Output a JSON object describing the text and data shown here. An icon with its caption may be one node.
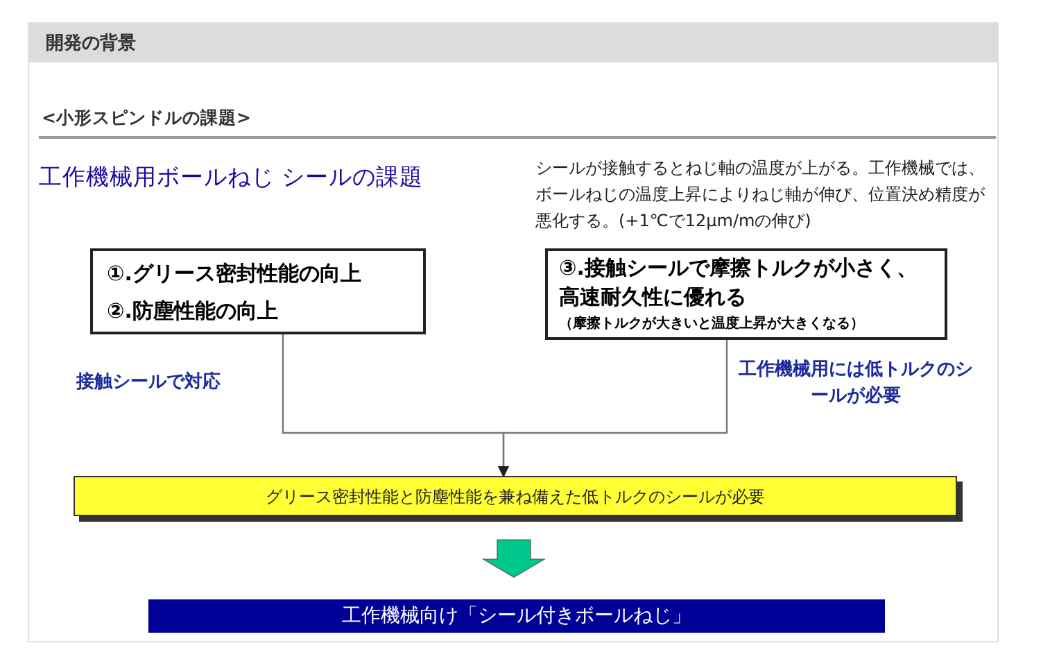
{
  "diagram": {
    "title": "開発の背景",
    "nodes": [
      {
        "text": [
          "①.グリース密封性能の向上",
          "②.防塵性能の向上"
        ]
      },
      {
        "text": [
          "③.接触シールで摩擦トルクが小さく、高速耐久性に優れる",
          "（摩擦トルクが大きいと温度上昇が大きくなる）"
        ]
      },
      {
        "text": [
          "グリース密封性能と防塵性能を兼ね備えた低トルクのシールが必要"
        ]
      },
      {
        "text": [
          "工作機械向け「シール付きボールねじ」"
        ]
      }
    ],
    "edges": [
      {
        "from": 0,
        "to": 2,
        "arrow": "to"
      },
      {
        "from": 1,
        "to": 2,
        "arrow": "to"
      },
      {
        "from": 2,
        "to": 3,
        "arrow": "to",
        "style": "thick",
        "color": "#00c88c"
      }
    ],
    "labels": [
      "<小形スピンドルの課題>",
      "工作機械用ボールねじ シールの課題",
      "シールが接触するとねじ軸の温度が上がる。工作機械では、ボールねじの温度上昇によりねじ軸が伸び、位置決め精度が悪化する。(+1℃で12μm/mの伸び)",
      "接触シールで対応",
      "工作機械用には低トルクのシールが必要"
    ]
  }
}
